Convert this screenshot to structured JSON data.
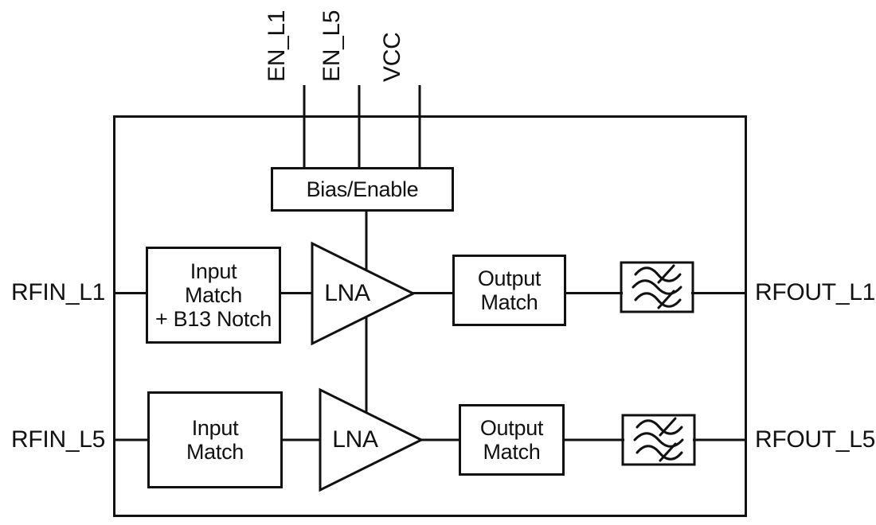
{
  "colors": {
    "ink": "#111111",
    "background": "#ffffff"
  },
  "top_pins": {
    "en_l1": "EN_L1",
    "en_l5": "EN_L5",
    "vcc": "VCC"
  },
  "bias_enable": {
    "label": "Bias/Enable"
  },
  "chain_l1": {
    "input_port": "RFIN_L1",
    "input_match": {
      "line1": "Input",
      "line2": "Match",
      "line3": "+ B13 Notch"
    },
    "lna": "LNA",
    "output_match": {
      "line1": "Output",
      "line2": "Match"
    },
    "output_port": "RFOUT_L1"
  },
  "chain_l5": {
    "input_port": "RFIN_L5",
    "input_match": {
      "line1": "Input",
      "line2": "Match"
    },
    "lna": "LNA",
    "output_match": {
      "line1": "Output",
      "line2": "Match"
    },
    "output_port": "RFOUT_L5"
  },
  "icons": {
    "filter_l1": "bandpass-filter-icon",
    "filter_l5": "bandpass-filter-icon",
    "amp_l1": "amplifier-triangle-icon",
    "amp_l5": "amplifier-triangle-icon"
  }
}
